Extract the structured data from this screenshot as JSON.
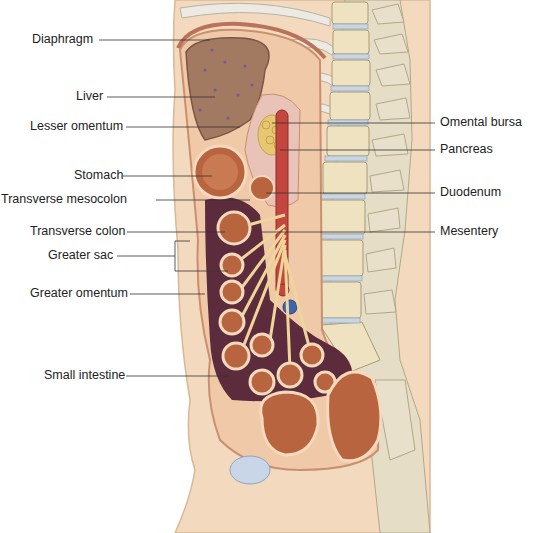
{
  "diagram": {
    "labels": [
      "Diaphragm",
      "Liver",
      "Lesser omentum",
      "Stomach",
      "Transverse mesocolon",
      "Transverse colon",
      "Greater sac",
      "Greater omentum",
      "Small intestine",
      "Omental bursa",
      "Pancreas",
      "Duodenum",
      "Mesentery"
    ]
  }
}
